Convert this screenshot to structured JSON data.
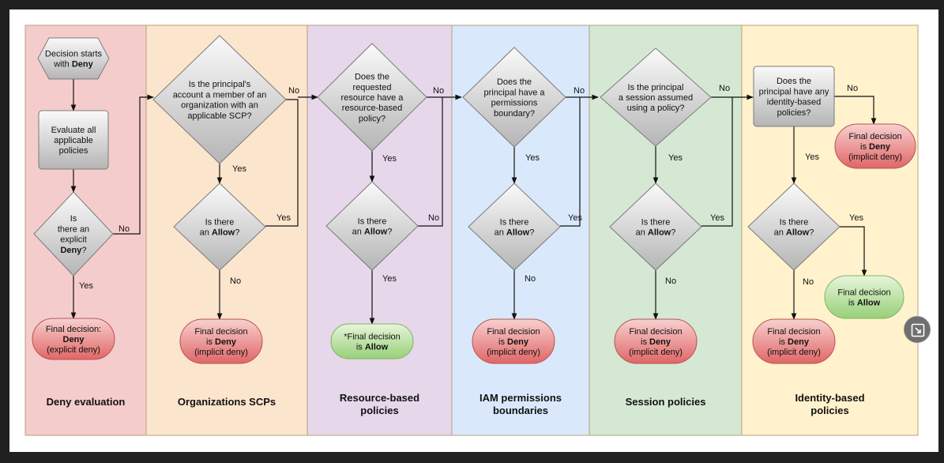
{
  "lanes": [
    {
      "title": [
        "Deny evaluation"
      ],
      "color": "#f5cccc"
    },
    {
      "title": [
        "Organizations SCPs"
      ],
      "color": "#fce5cd"
    },
    {
      "title": [
        "Resource-based",
        "policies"
      ],
      "color": "#e6d7ea"
    },
    {
      "title": [
        "IAM permissions",
        "boundaries"
      ],
      "color": "#dae8fc"
    },
    {
      "title": [
        "Session policies"
      ],
      "color": "#d5e8d4"
    },
    {
      "title": [
        "Identity-based",
        "policies"
      ],
      "color": "#fff2cc"
    }
  ],
  "nodes": {
    "start": [
      [
        "Decision starts"
      ],
      [
        "with ",
        {
          "b": "Deny"
        }
      ]
    ],
    "evaluate": [
      [
        "Evaluate all"
      ],
      [
        "applicable"
      ],
      [
        "policies"
      ]
    ],
    "explicit_deny_q": [
      [
        "Is"
      ],
      [
        "there an"
      ],
      [
        "explicit"
      ],
      [
        {
          "b": "Deny"
        },
        "?"
      ]
    ],
    "final_explicit": [
      [
        "Final decision:"
      ],
      [
        {
          "b": "Deny"
        }
      ],
      [
        "(explicit deny)"
      ]
    ],
    "scp_q": [
      [
        "Is the principal's"
      ],
      [
        "account a member of an"
      ],
      [
        "organization with an"
      ],
      [
        "applicable SCP?"
      ]
    ],
    "scp_allow_q": [
      [
        "Is there"
      ],
      [
        "an ",
        {
          "b": "Allow"
        },
        "?"
      ]
    ],
    "scp_final": [
      [
        "Final decision"
      ],
      [
        "is ",
        {
          "b": "Deny"
        }
      ],
      [
        "(implicit deny)"
      ]
    ],
    "rbp_q": [
      [
        "Does the"
      ],
      [
        "requested"
      ],
      [
        "resource have a"
      ],
      [
        "resource-based"
      ],
      [
        "policy?"
      ]
    ],
    "rbp_allow_q": [
      [
        "Is there"
      ],
      [
        "an ",
        {
          "b": "Allow"
        },
        "?"
      ]
    ],
    "rbp_final": [
      [
        "*Final decision"
      ],
      [
        "is ",
        {
          "b": "Allow"
        }
      ]
    ],
    "pb_q": [
      [
        "Does the"
      ],
      [
        "principal have a"
      ],
      [
        "permissions"
      ],
      [
        "boundary?"
      ]
    ],
    "pb_allow_q": [
      [
        "Is there"
      ],
      [
        "an ",
        {
          "b": "Allow"
        },
        "?"
      ]
    ],
    "pb_final": [
      [
        "Final decision"
      ],
      [
        "is ",
        {
          "b": "Deny"
        }
      ],
      [
        "(implicit deny)"
      ]
    ],
    "sess_q": [
      [
        "Is the principal"
      ],
      [
        "a session assumed"
      ],
      [
        "using a policy?"
      ]
    ],
    "sess_allow_q": [
      [
        "Is there"
      ],
      [
        "an ",
        {
          "b": "Allow"
        },
        "?"
      ]
    ],
    "sess_final": [
      [
        "Final decision"
      ],
      [
        "is ",
        {
          "b": "Deny"
        }
      ],
      [
        "(implicit deny)"
      ]
    ],
    "idp_q": [
      [
        "Does the"
      ],
      [
        "principal have any"
      ],
      [
        "identity-based"
      ],
      [
        "policies?"
      ]
    ],
    "idp_final_deny_top": [
      [
        "Final decision"
      ],
      [
        "is ",
        {
          "b": "Deny"
        }
      ],
      [
        "(implicit deny)"
      ]
    ],
    "idp_allow_q": [
      [
        "Is there"
      ],
      [
        "an ",
        {
          "b": "Allow"
        },
        "?"
      ]
    ],
    "idp_final_allow": [
      [
        "Final decision"
      ],
      [
        "is ",
        {
          "b": "Allow"
        }
      ]
    ],
    "idp_final_deny": [
      [
        "Final decision"
      ],
      [
        "is ",
        {
          "b": "Deny"
        }
      ],
      [
        "(implicit deny)"
      ]
    ]
  },
  "edge_labels": {
    "yes": "Yes",
    "no": "No"
  },
  "colors": {
    "grey_top": "#fafafa",
    "grey_bottom": "#b5b5b5",
    "red_top": "#f8d0d0",
    "red_bottom": "#e06666",
    "green_top": "#e8f5dc",
    "green_bottom": "#97d077",
    "lane_border": "#d6b656"
  },
  "controls": {
    "expand_icon": "expand-icon"
  }
}
